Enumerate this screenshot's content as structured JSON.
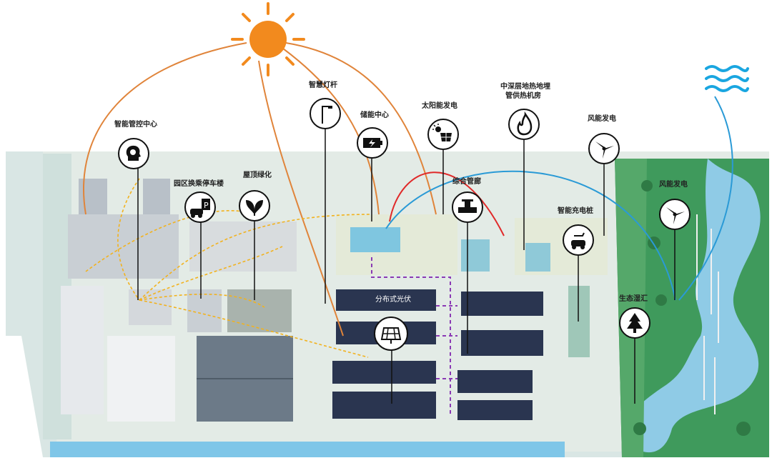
{
  "labels": {
    "smart_control_center": "智能管控中心",
    "park_parking": "园区换乘停车楼",
    "roof_greening": "屋顶绿化",
    "smart_lamp": "智慧灯杆",
    "energy_storage": "储能中心",
    "solar_power": "太阳能发电",
    "utility_tunnel": "综合管廊",
    "geothermal_line1": "中深层地热地埋",
    "geothermal_line2": "管供热机房",
    "wind_power_a": "风能发电",
    "wind_power_b": "风能发电",
    "smart_charging": "智能充电桩",
    "distributed_pv": "分布式光伏",
    "ecological_wetland": "生态湿汇"
  },
  "icons": [
    "sun-icon",
    "waves-icon",
    "brain-gear-icon",
    "parking-car-icon",
    "leaf-icon",
    "street-lamp-icon",
    "battery-icon",
    "solar-panel-icon",
    "pipe-valve-icon",
    "flame-icon",
    "wind-turbine-icon",
    "ev-charger-icon",
    "solar-array-icon",
    "pine-tree-icon"
  ],
  "colors": {
    "sun": "#f28a1e",
    "solar_flow": "#e0843a",
    "storage_flow": "#e02a2a",
    "wind_flow": "#2a9ad6",
    "building_flow": "#f2b21e",
    "pv_distribution": "#8a3ab4",
    "ground": "#dfe8e2",
    "water": "#7fc6e8",
    "building": "#c7ccd1",
    "solar_panel": "#2a3550"
  }
}
